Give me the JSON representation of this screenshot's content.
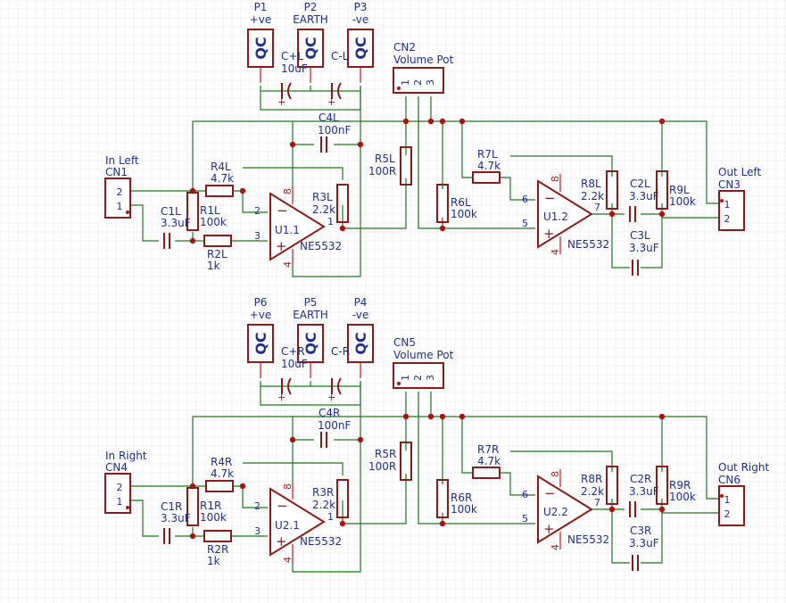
{
  "colors": {
    "wire": "#1a7a1a",
    "part": "#8b1a1a",
    "text": "#1f2f8f",
    "pin": "#b02020",
    "junction": "#b01010",
    "grid": "#e6e6e6"
  },
  "channels": [
    {
      "id": "left",
      "connectors": {
        "P1": {
          "ref": "P1",
          "label": "+ve",
          "part": "QC"
        },
        "P2": {
          "ref": "P2",
          "label": "EARTH",
          "part": "QC"
        },
        "P3": {
          "ref": "P3",
          "label": "-ve",
          "part": "QC"
        },
        "CNin": {
          "name": "In Left",
          "ref": "CN1"
        },
        "CNpot": {
          "ref": "CN2",
          "name": "Volume Pot"
        },
        "CNout": {
          "name": "Out Left",
          "ref": "CN3"
        }
      },
      "caps": {
        "Cp": {
          "ref": "C+L",
          "value": "10uF"
        },
        "Cn": {
          "ref": "C-L",
          "value": ""
        },
        "C4": {
          "ref": "C4L",
          "value": "100nF"
        },
        "C1": {
          "ref": "C1L",
          "value": "3.3uF"
        },
        "C2": {
          "ref": "C2L",
          "value": "3.3uF"
        },
        "C3": {
          "ref": "C3L",
          "value": "3.3uF"
        }
      },
      "resistors": {
        "R1": {
          "ref": "R1L",
          "value": "100k"
        },
        "R2": {
          "ref": "R2L",
          "value": "1k"
        },
        "R3": {
          "ref": "R3L",
          "value": "2.2k"
        },
        "R4": {
          "ref": "R4L",
          "value": "4.7k"
        },
        "R5": {
          "ref": "R5L",
          "value": "100R"
        },
        "R6": {
          "ref": "R6L",
          "value": "100k"
        },
        "R7": {
          "ref": "R7L",
          "value": "4.7k"
        },
        "R8": {
          "ref": "R8L",
          "value": "2.2k"
        },
        "R9": {
          "ref": "R9L",
          "value": "100k"
        }
      },
      "opamps": {
        "U1": {
          "ref": "U1.1",
          "part": "NE5532"
        },
        "U2": {
          "ref": "U1.2",
          "part": "NE5532"
        }
      }
    },
    {
      "id": "right",
      "connectors": {
        "P1": {
          "ref": "P6",
          "label": "+ve",
          "part": "QC"
        },
        "P2": {
          "ref": "P5",
          "label": "EARTH",
          "part": "QC"
        },
        "P3": {
          "ref": "P4",
          "label": "-ve",
          "part": "QC"
        },
        "CNin": {
          "name": "In Right",
          "ref": "CN4"
        },
        "CNpot": {
          "ref": "CN5",
          "name": "Volume Pot"
        },
        "CNout": {
          "name": "Out Right",
          "ref": "CN6"
        }
      },
      "caps": {
        "Cp": {
          "ref": "C+R",
          "value": "10uF"
        },
        "Cn": {
          "ref": "C-R",
          "value": ""
        },
        "C4": {
          "ref": "C4R",
          "value": "100nF"
        },
        "C1": {
          "ref": "C1R",
          "value": "3.3uF"
        },
        "C2": {
          "ref": "C2R",
          "value": "3.3uF"
        },
        "C3": {
          "ref": "C3R",
          "value": "3.3uF"
        }
      },
      "resistors": {
        "R1": {
          "ref": "R1R",
          "value": "100k"
        },
        "R2": {
          "ref": "R2R",
          "value": "1k"
        },
        "R3": {
          "ref": "R3R",
          "value": "2.2k"
        },
        "R4": {
          "ref": "R4R",
          "value": "4.7k"
        },
        "R5": {
          "ref": "R5R",
          "value": "100R"
        },
        "R6": {
          "ref": "R6R",
          "value": "100k"
        },
        "R7": {
          "ref": "R7R",
          "value": "4.7k"
        },
        "R8": {
          "ref": "R8R",
          "value": "2.2k"
        },
        "R9": {
          "ref": "R9R",
          "value": "100k"
        }
      },
      "opamps": {
        "U1": {
          "ref": "U2.1",
          "part": "NE5532"
        },
        "U2": {
          "ref": "U2.2",
          "part": "NE5532"
        }
      }
    }
  ]
}
